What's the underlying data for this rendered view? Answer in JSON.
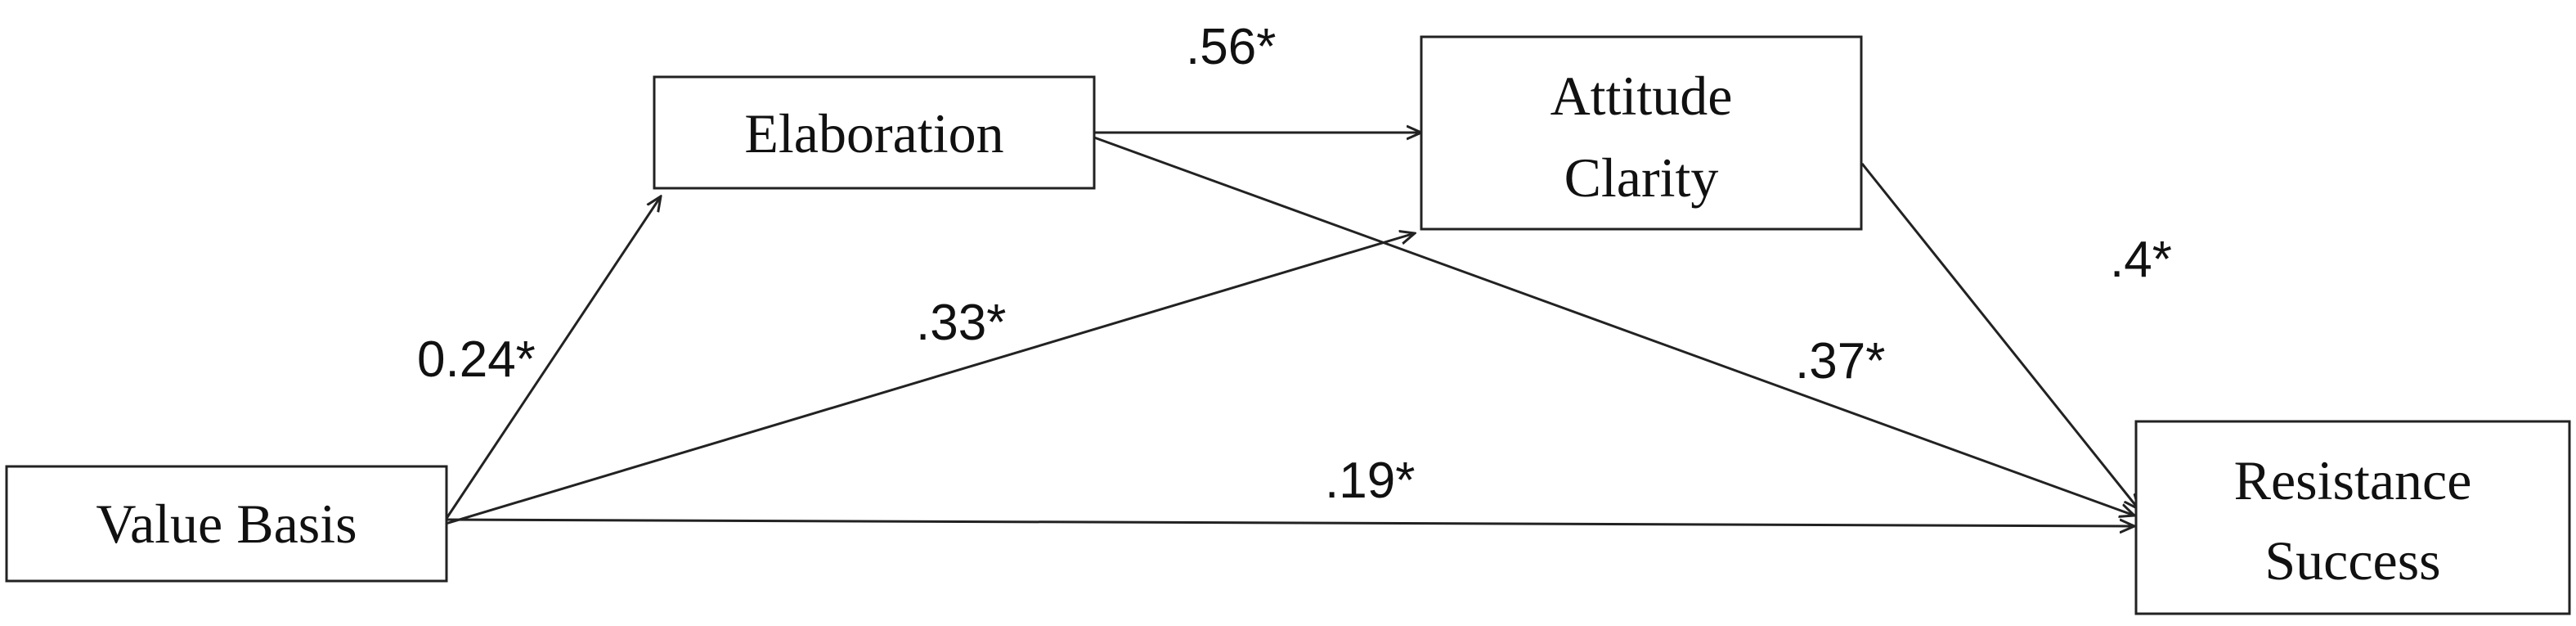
{
  "diagram": {
    "nodes": {
      "value_basis": {
        "line1": "Value Basis"
      },
      "elaboration": {
        "line1": "Elaboration"
      },
      "attitude_clarity": {
        "line1": "Attitude",
        "line2": "Clarity"
      },
      "resistance_success": {
        "line1": "Resistance",
        "line2": "Success"
      }
    },
    "edges": {
      "vb_to_elab": "0.24*",
      "vb_to_ac": ".33*",
      "vb_to_rs": ".19*",
      "elab_to_ac": ".56*",
      "elab_to_rs": ".37*",
      "ac_to_rs": ".4*"
    }
  }
}
